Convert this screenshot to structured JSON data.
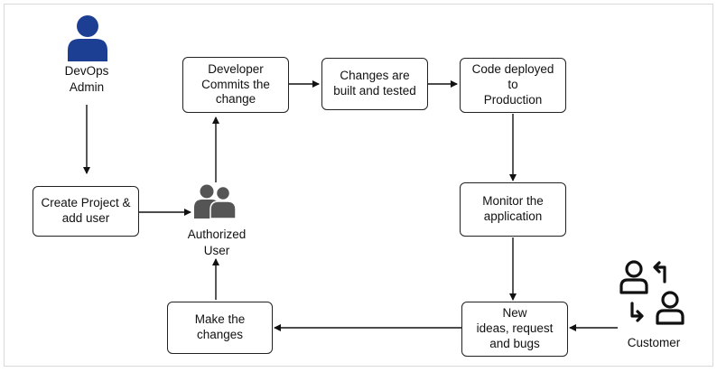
{
  "nodes": {
    "devops_admin": "DevOps\nAdmin",
    "create_project": "Create Project &\nadd user",
    "authorized_user": "Authorized\nUser",
    "developer_commits": "Developer\nCommits the\nchange",
    "changes_built": "Changes are\nbuilt and tested",
    "code_deployed": "Code deployed\nto\nProduction",
    "monitor": "Monitor the\napplication",
    "new_ideas": "New\nideas, request\nand bugs",
    "make_changes": "Make the\nchanges",
    "customer": "Customer"
  },
  "icons": {
    "admin": "person-icon",
    "users": "users-icon",
    "customer": "customer-exchange-icon"
  },
  "colors": {
    "admin_icon": "#1c3f94",
    "users_icon": "#555555",
    "line": "#111111"
  }
}
